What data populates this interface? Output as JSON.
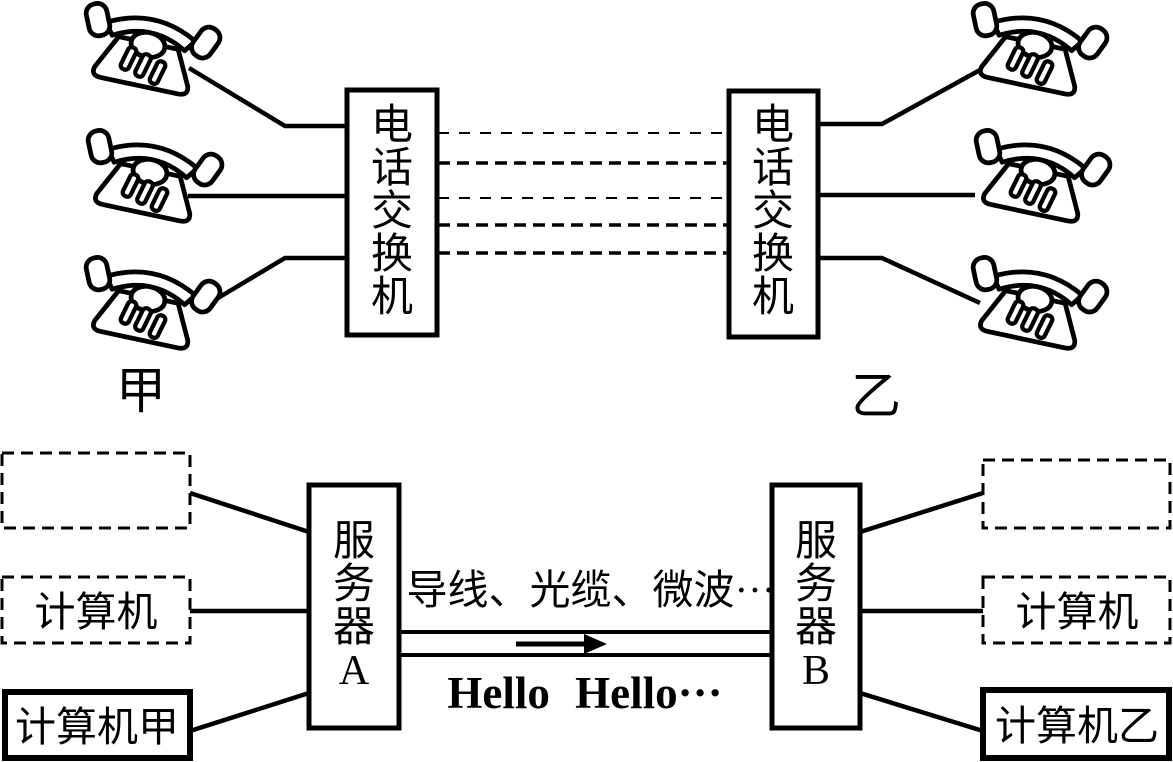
{
  "title": "telephone-and-computer-network-diagram",
  "colors": {
    "ink": "#000000",
    "background": "#ffffff"
  },
  "top_section": {
    "left_exchange": {
      "label": "电话交换机",
      "chars": [
        "电",
        "话",
        "交",
        "换",
        "机"
      ]
    },
    "right_exchange": {
      "label": "电话交换机",
      "chars": [
        "电",
        "话",
        "交",
        "换",
        "机"
      ]
    },
    "left_group_label": "甲",
    "right_group_label": "乙",
    "phone_count_left": 3,
    "phone_count_right": 3,
    "trunk_line_count": 5
  },
  "bottom_section": {
    "server_a": {
      "label": "服务器A",
      "chars": [
        "服",
        "务",
        "器",
        "A"
      ]
    },
    "server_b": {
      "label": "服务器B",
      "chars": [
        "服",
        "务",
        "器",
        "B"
      ]
    },
    "left_terminals": [
      {
        "label": "",
        "border": "dashed"
      },
      {
        "label": "计算机",
        "border": "dashed"
      },
      {
        "label": "计算机甲",
        "border": "solid"
      }
    ],
    "right_terminals": [
      {
        "label": "",
        "border": "dashed"
      },
      {
        "label": "计算机",
        "border": "dashed"
      },
      {
        "label": "计算机乙",
        "border": "solid"
      }
    ],
    "medium_label": "导线、光缆、微波···",
    "message_label": "Hello Hello···"
  }
}
